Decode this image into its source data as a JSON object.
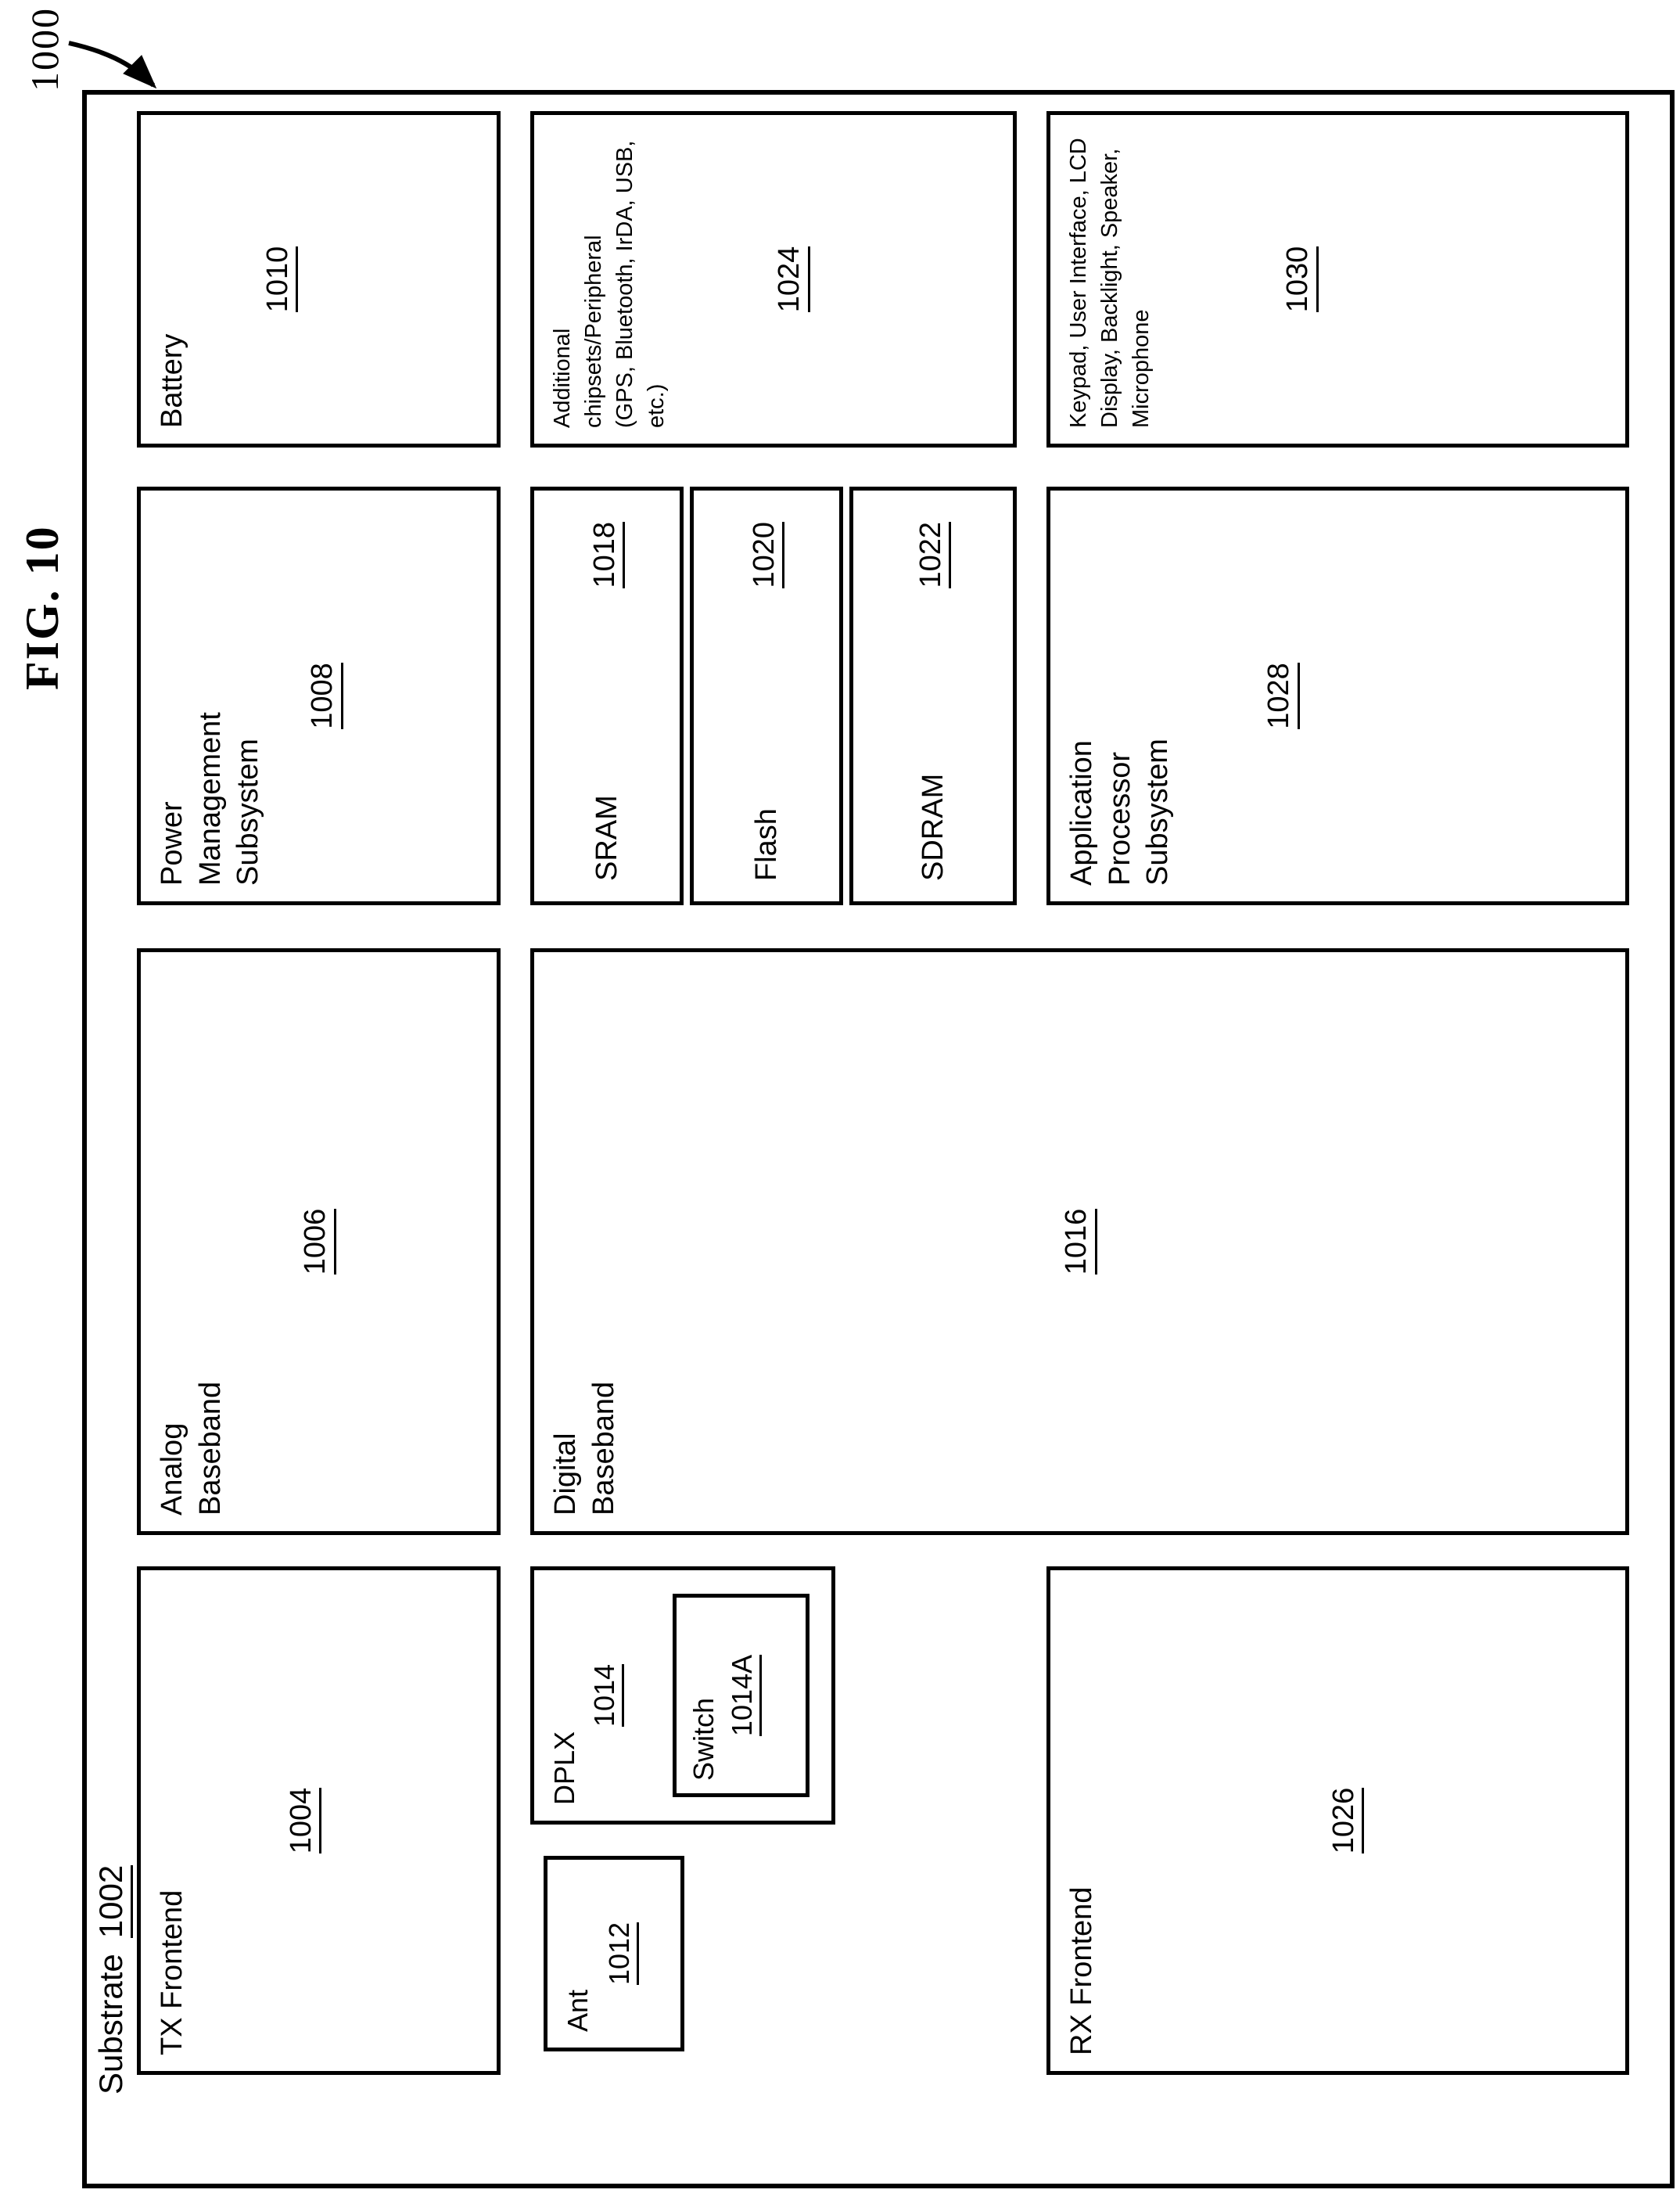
{
  "figure": {
    "title": "FIG. 10",
    "system_ref": "1000",
    "substrate": {
      "label": "Substrate",
      "ref": "1002"
    },
    "blocks": {
      "tx_frontend": {
        "label": "TX Frontend",
        "ref": "1004"
      },
      "analog_baseband": {
        "label": "Analog\nBaseband",
        "ref": "1006"
      },
      "power_management": {
        "label": "Power\nManagement\nSubsystem",
        "ref": "1008"
      },
      "battery": {
        "label": "Battery",
        "ref": "1010"
      },
      "ant": {
        "label": "Ant",
        "ref": "1012"
      },
      "dplx": {
        "label": "DPLX",
        "ref": "1014"
      },
      "switch": {
        "label": "Switch",
        "ref": "1014A"
      },
      "digital_baseband": {
        "label": "Digital\nBaseband",
        "ref": "1016"
      },
      "sram": {
        "label": "SRAM",
        "ref": "1018"
      },
      "flash": {
        "label": "Flash",
        "ref": "1020"
      },
      "sdram": {
        "label": "SDRAM",
        "ref": "1022"
      },
      "additional_chipsets": {
        "label": "Additional chipsets/Peripheral\n(GPS, Bluetooth, IrDA, USB, etc.)",
        "ref": "1024"
      },
      "rx_frontend": {
        "label": "RX Frontend",
        "ref": "1026"
      },
      "application_processor": {
        "label": "Application\nProcessor\nSubsystem",
        "ref": "1028"
      },
      "peripherals": {
        "label": "Keypad, User Interface, LCD\nDisplay, Backlight, Speaker,\nMicrophone",
        "ref": "1030"
      }
    }
  }
}
